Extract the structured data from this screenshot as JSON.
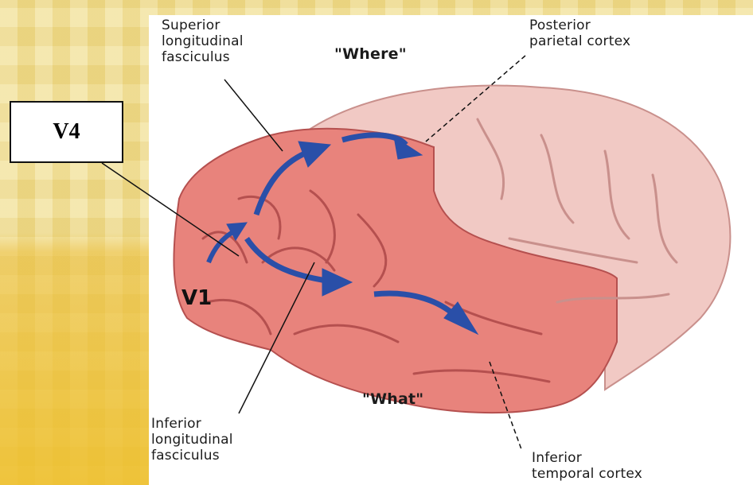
{
  "labels": {
    "v4": "V4",
    "v1": "V1",
    "where": "\"Where\"",
    "what": "\"What\"",
    "superior_longitudinal_fasciculus": "Superior\nlongitudinal\nfasciculus",
    "posterior_parietal_cortex": "Posterior\nparietal cortex",
    "inferior_longitudinal_fasciculus": "Inferior\nlongitudinal\nfasciculus",
    "inferior_temporal_cortex": "Inferior\ntemporal cortex"
  },
  "colors": {
    "cortex_red": "#e8837c",
    "cortex_pink": "#f1c9c4",
    "sulcus": "#b5504f",
    "arrow_blue": "#2a4fa8",
    "background_yellow": "#f1df92"
  }
}
